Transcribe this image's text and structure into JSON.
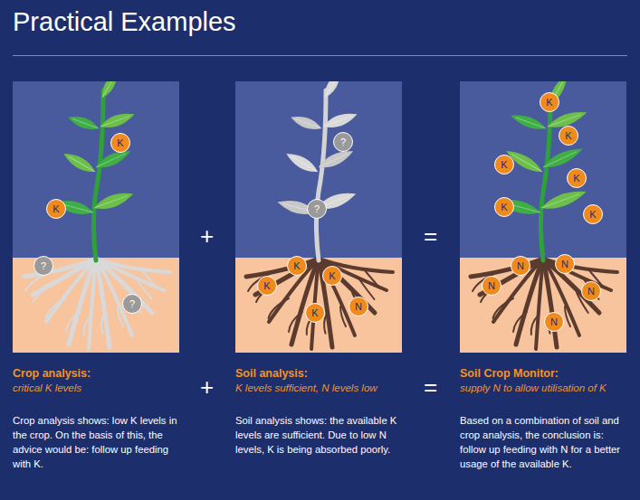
{
  "diagram": {
    "title": "Practical Examples",
    "nodes": [
      {
        "text": [
          "Crop analysis:",
          "critical K levels",
          "Crop analysis shows: low K levels in the crop. On the basis of this, the advice would be: follow up feeding with K."
        ]
      },
      {
        "text": [
          "K"
        ],
        "in": 0
      },
      {
        "text": [
          "K"
        ],
        "in": 0
      },
      {
        "text": [
          "?"
        ],
        "in": 0
      },
      {
        "text": [
          "?"
        ],
        "in": 0
      },
      {
        "text": [
          "Soil analysis:",
          "K levels sufficient, N levels low",
          "Soil analysis shows: the available K levels are sufficient. Due to low N levels, K is being absorbed poorly."
        ]
      },
      {
        "text": [
          "?"
        ],
        "in": 5
      },
      {
        "text": [
          "?"
        ],
        "in": 5
      },
      {
        "text": [
          "K"
        ],
        "in": 5
      },
      {
        "text": [
          "K"
        ],
        "in": 5
      },
      {
        "text": [
          "K"
        ],
        "in": 5
      },
      {
        "text": [
          "K"
        ],
        "in": 5
      },
      {
        "text": [
          "N"
        ],
        "in": 5
      },
      {
        "text": [
          "Soil Crop Monitor:",
          "supply N to allow utilisation of K",
          "Based on a combination of soil and crop analysis, the conclusion is: follow up feeding with N for a better usage of the available K."
        ]
      },
      {
        "text": [
          "K"
        ],
        "in": 13
      },
      {
        "text": [
          "K"
        ],
        "in": 13
      },
      {
        "text": [
          "K"
        ],
        "in": 13
      },
      {
        "text": [
          "K"
        ],
        "in": 13
      },
      {
        "text": [
          "K"
        ],
        "in": 13
      },
      {
        "text": [
          "K"
        ],
        "in": 13
      },
      {
        "text": [
          "N"
        ],
        "in": 13
      },
      {
        "text": [
          "N"
        ],
        "in": 13
      },
      {
        "text": [
          "N"
        ],
        "in": 13
      },
      {
        "text": [
          "N"
        ],
        "in": 13
      },
      {
        "text": [
          "N"
        ],
        "in": 13
      }
    ],
    "labels": [
      "+",
      "+",
      "=",
      "="
    ]
  }
}
